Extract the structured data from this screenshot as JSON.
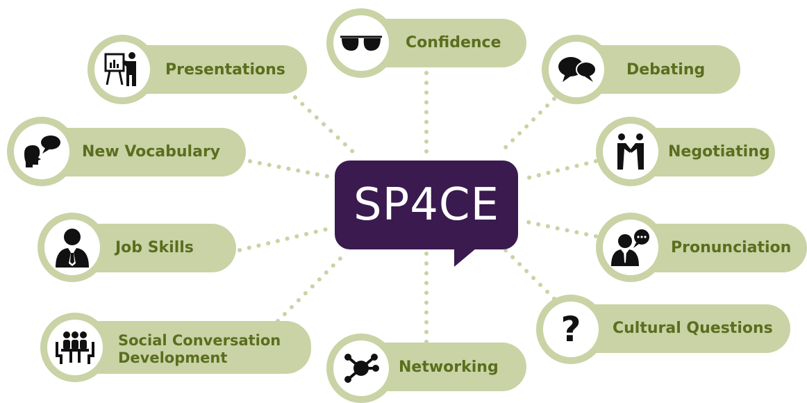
{
  "center": {
    "title": "SP4CE"
  },
  "nodes": [
    {
      "id": "confidence",
      "label": "Confidence",
      "icon": "sunglasses-icon"
    },
    {
      "id": "presentations",
      "label": "Presentations",
      "icon": "presenter-icon"
    },
    {
      "id": "debating",
      "label": "Debating",
      "icon": "speech-bubbles-icon"
    },
    {
      "id": "new-vocabulary",
      "label": "New Vocabulary",
      "icon": "speaking-head-icon"
    },
    {
      "id": "negotiating",
      "label": "Negotiating",
      "icon": "handshake-icon"
    },
    {
      "id": "job-skills",
      "label": "Job Skills",
      "icon": "businessman-icon"
    },
    {
      "id": "pronunciation",
      "label": "Pronunciation",
      "icon": "person-speaking-icon"
    },
    {
      "id": "social-conversation",
      "label": "Social Conversation",
      "label2": "Development",
      "icon": "meeting-table-icon"
    },
    {
      "id": "cultural-questions",
      "label": "Cultural Questions",
      "icon": "question-mark-icon"
    },
    {
      "id": "networking",
      "label": "Networking",
      "icon": "network-nodes-icon"
    }
  ],
  "colors": {
    "pill": "#c9d3a5",
    "label": "#5a6e1e",
    "center": "#3a1a4f",
    "connector": "#c9d3a5"
  }
}
